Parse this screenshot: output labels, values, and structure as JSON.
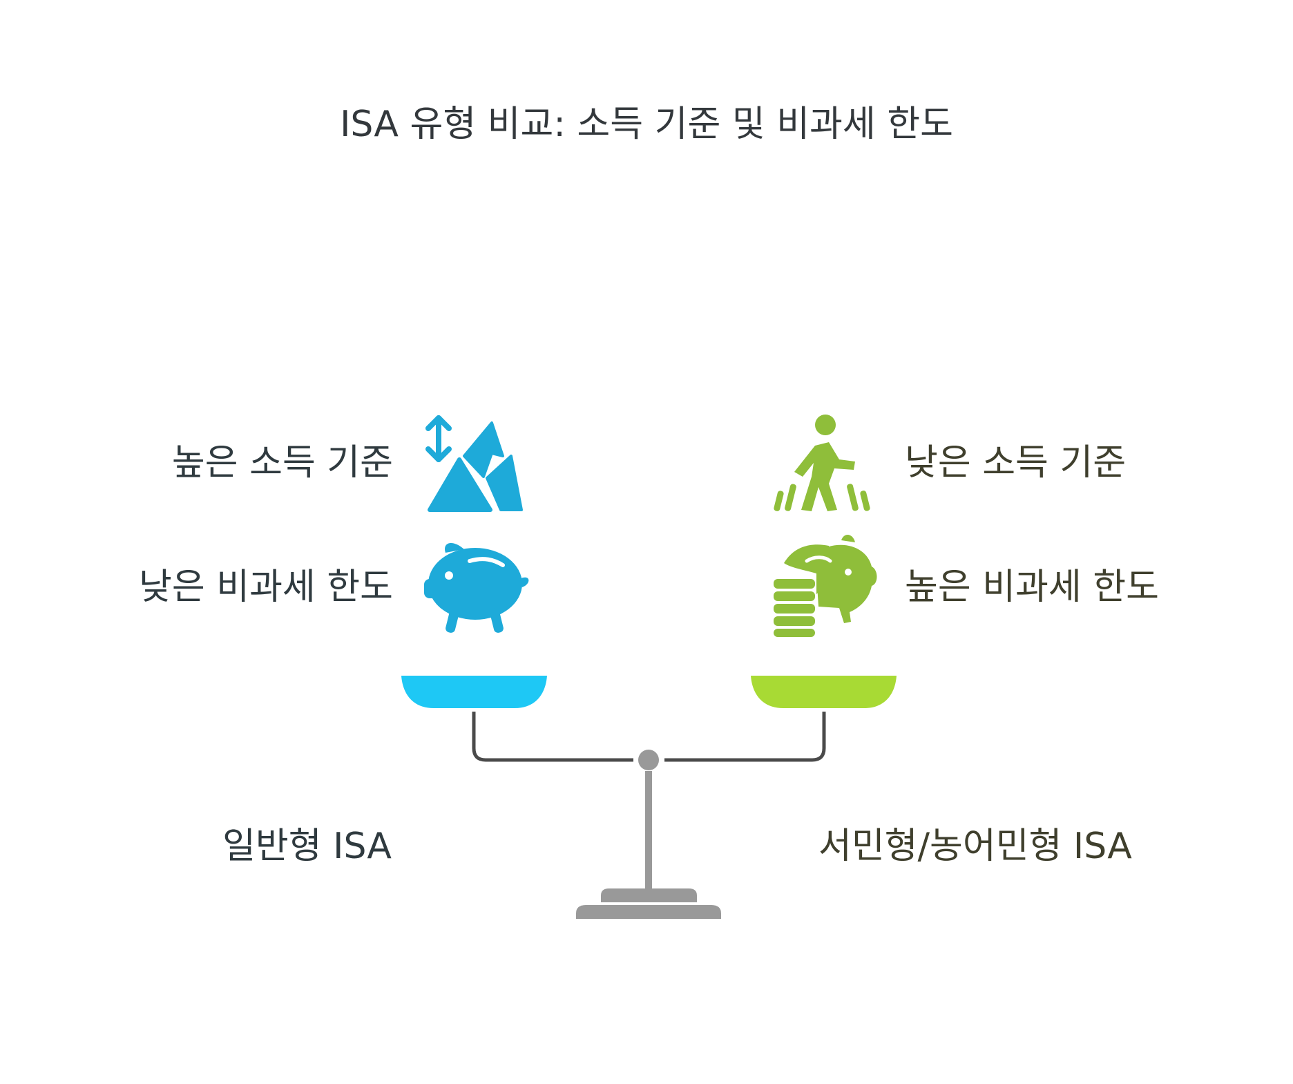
{
  "title": "ISA 유형 비교: 소득 기준 및 비과세 한도",
  "left": {
    "name": "일반형 ISA",
    "items": [
      "높은 소득 기준",
      "낮은 비과세 한도"
    ],
    "icons": [
      "mountain-arrow-icon",
      "piggy-bank-icon"
    ],
    "color": "#1eaad9",
    "pan_color": "#1ec8f5"
  },
  "right": {
    "name": "서민형/농어민형 ISA",
    "items": [
      "낮은 소득 기준",
      "높은 비과세 한도"
    ],
    "icons": [
      "walking-person-icon",
      "piggy-bank-coins-icon"
    ],
    "color": "#8fbe3a",
    "pan_color": "#a8da34"
  },
  "scale_color": "#999999"
}
